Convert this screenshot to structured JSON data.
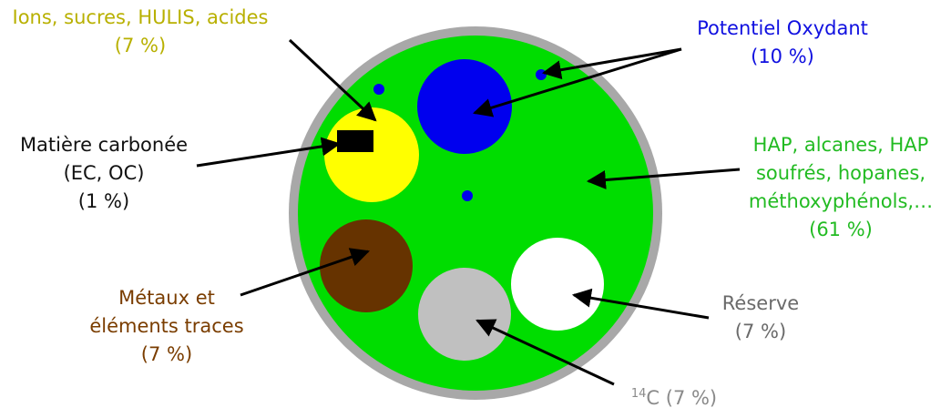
{
  "colors": {
    "filter_background": "#00dd00",
    "filter_rim": "#a8a8a8",
    "ions": "#ffff00",
    "oxidant": "#0000ee",
    "metals": "#663300",
    "reserve": "#ffffff",
    "c14": "#c0c0c0",
    "carbon": "#000000",
    "arrow": "#000000"
  },
  "labels": {
    "ions": {
      "lines": [
        "Ions, sucres, HULIS, acides",
        "(7 %)"
      ],
      "color": "#b8b000"
    },
    "oxidant": {
      "lines": [
        "Potentiel Oxydant",
        "(10 %)"
      ],
      "color": "#1010e0"
    },
    "carbon": {
      "lines": [
        "Matière carbonée",
        "(EC, OC)",
        "(1 %)"
      ],
      "color": "#111111"
    },
    "organics": {
      "lines": [
        "HAP, alcanes, HAP",
        "soufrés, hopanes,",
        "méthoxyphénols,…",
        "(61 %)"
      ],
      "color": "#22bb22"
    },
    "metals": {
      "lines": [
        "Métaux et",
        "éléments traces",
        "(7 %)"
      ],
      "color": "#7a3d00"
    },
    "reserve": {
      "lines": [
        "Réserve",
        "(7 %)"
      ],
      "color": "#6a6a6a"
    },
    "c14": {
      "sup": "14",
      "text": "C (7 %)",
      "color": "#8a8a8a"
    }
  }
}
